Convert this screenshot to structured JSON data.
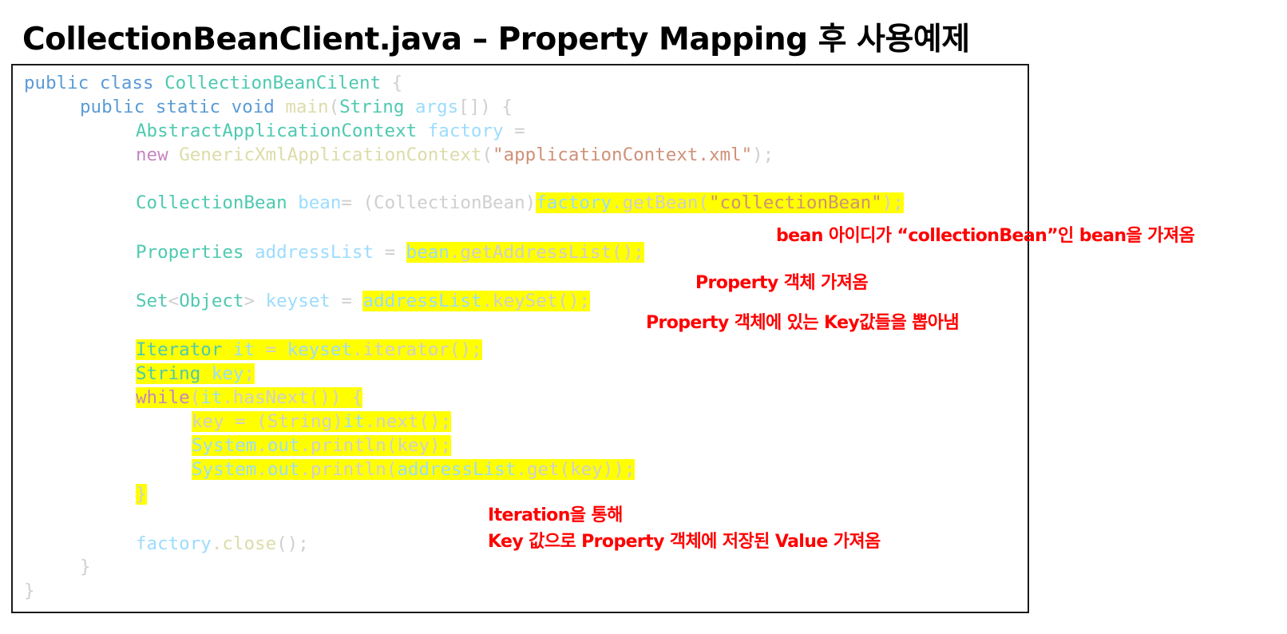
{
  "title": "CollectionBeanClient.java – Property Mapping 후 사용예제",
  "code": {
    "l1": {
      "a": "public",
      "b": "class",
      "c": "CollectionBeanCilent",
      "d": " {"
    },
    "l2": {
      "a": "public",
      "b": "static",
      "c": "void",
      "d": "main",
      "e": "(",
      "f": "String",
      "g": "args",
      "h": "[]) {"
    },
    "l3": {
      "a": "AbstractApplicationContext",
      "b": "factory",
      "c": " ="
    },
    "l4": {
      "a": "new",
      "b": "GenericXmlApplicationContext",
      "c": "(",
      "d": "\"applicationContext.xml\"",
      "e": ");"
    },
    "l5": {
      "a": "CollectionBean",
      "b": "bean",
      "c": "= (CollectionBean)",
      "d": "factory",
      "e": ".getBean(",
      "f": "\"collectionBean\"",
      "g": ");"
    },
    "l6": {
      "a": "Properties",
      "b": "addressList",
      "c": " = ",
      "d": "bean",
      "e": ".getAddressList();"
    },
    "l7": {
      "a": "Set",
      "b": "<",
      "c": "Object",
      "d": ">",
      "e": "keyset",
      "f": " = ",
      "g": "addressList",
      "h": ".keySet();"
    },
    "l8": {
      "a": "Iterator",
      "b": "it",
      "c": " = ",
      "d": "keyset",
      "e": ".iterator();"
    },
    "l9": {
      "a": "String",
      "b": "key",
      "c": ";"
    },
    "l10": {
      "a": "while",
      "b": "(",
      "c": "it",
      "d": ".hasNext()) {"
    },
    "l11": {
      "a": "key = (String)",
      "b": "it",
      "c": ".next();"
    },
    "l12": {
      "a": "System",
      "b": ".",
      "c": "out",
      "d": ".println(key);"
    },
    "l13": {
      "a": "System",
      "b": ".",
      "c": "out",
      "d": ".println(",
      "e": "addressList",
      "f": ".get(key));"
    },
    "l14": {
      "a": "}"
    },
    "l15": {
      "a": "factory",
      "b": ".close",
      "c": "();"
    },
    "l16": {
      "a": "}"
    },
    "l17": {
      "a": "}"
    }
  },
  "notes": {
    "n1": "bean 아이디가  “collectionBean”인 bean을 가져옴",
    "n2": "Property 객체 가져옴",
    "n3": "Property 객체에 있는 Key값들을 뽑아냄",
    "n4a": "Iteration을 통해",
    "n4b": "Key 값으로 Property 객체에 저장된 Value 가져옴"
  },
  "colors": {
    "highlight": "#ffff00",
    "annotation": "#ff0000",
    "keyword": "#5b9bd5",
    "type": "#4ec9b0",
    "variable": "#9cdcfe",
    "method": "#dcdcaa",
    "string": "#ce9178",
    "control": "#c586c0",
    "punctuation": "#cfcfcf"
  }
}
